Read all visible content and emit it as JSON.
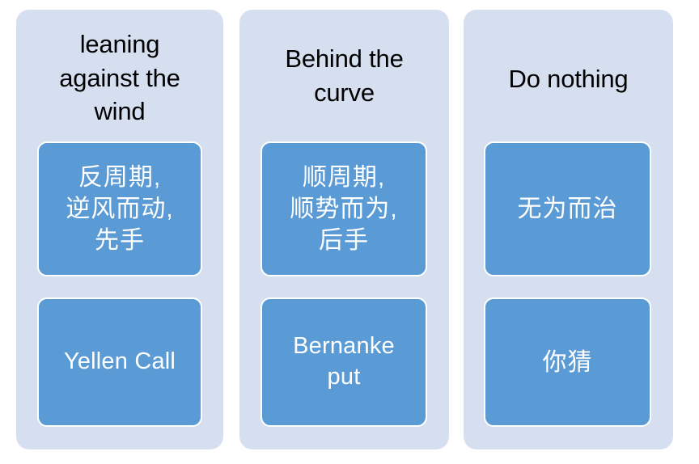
{
  "theme": {
    "page_background": "#ffffff",
    "column_background": "#d6dff0",
    "card_background": "#5b9bd5",
    "card_border": "#ffffff",
    "title_text_color": "#000000",
    "card_text_color": "#ffffff"
  },
  "columns": [
    {
      "id": "leaning-against-the-wind",
      "title": "leaning\nagainst the\nwind",
      "cards": [
        {
          "id": "counter-cyclical",
          "text": "反周期,\n逆风而动,\n先手",
          "script": "cn"
        },
        {
          "id": "yellen-call",
          "text": "Yellen Call",
          "script": "en"
        }
      ]
    },
    {
      "id": "behind-the-curve",
      "title": "Behind the\ncurve",
      "cards": [
        {
          "id": "pro-cyclical",
          "text": "顺周期,\n顺势而为,\n后手",
          "script": "cn"
        },
        {
          "id": "bernanke-put",
          "text": "Bernanke\nput",
          "script": "en"
        }
      ]
    },
    {
      "id": "do-nothing",
      "title": "Do nothing",
      "cards": [
        {
          "id": "wu-wei-er-zhi",
          "text": "无为而治",
          "script": "cn"
        },
        {
          "id": "ni-cai",
          "text": "你猜",
          "script": "cn"
        }
      ]
    }
  ]
}
